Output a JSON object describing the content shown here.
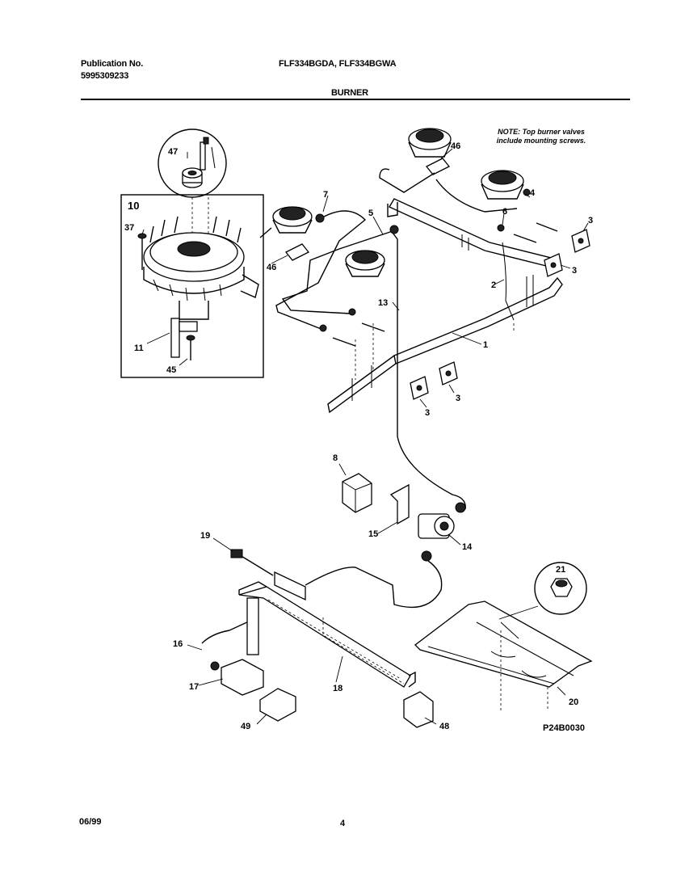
{
  "header": {
    "publication_label": "Publication No.",
    "publication_number": "5995309233",
    "models": "FLF334BGDA, FLF334BGWA",
    "section_title": "BURNER"
  },
  "note": "NOTE: Top burner valves include mounting screws.",
  "figure_code": "P24B0030",
  "footer": {
    "date": "06/99",
    "page": "4"
  },
  "callouts": {
    "c1": "1",
    "c2": "2",
    "c3a": "3",
    "c3b": "3",
    "c3c": "3",
    "c3d": "3",
    "c4": "4",
    "c5": "5",
    "c6": "6",
    "c7": "7",
    "c8": "8",
    "c10": "10",
    "c11": "11",
    "c13": "13",
    "c14": "14",
    "c15": "15",
    "c16": "16",
    "c17": "17",
    "c18": "18",
    "c19": "19",
    "c20": "20",
    "c21": "21",
    "c37": "37",
    "c45": "45",
    "c46a": "46",
    "c46b": "46",
    "c47": "47",
    "c48": "48",
    "c49": "49"
  }
}
